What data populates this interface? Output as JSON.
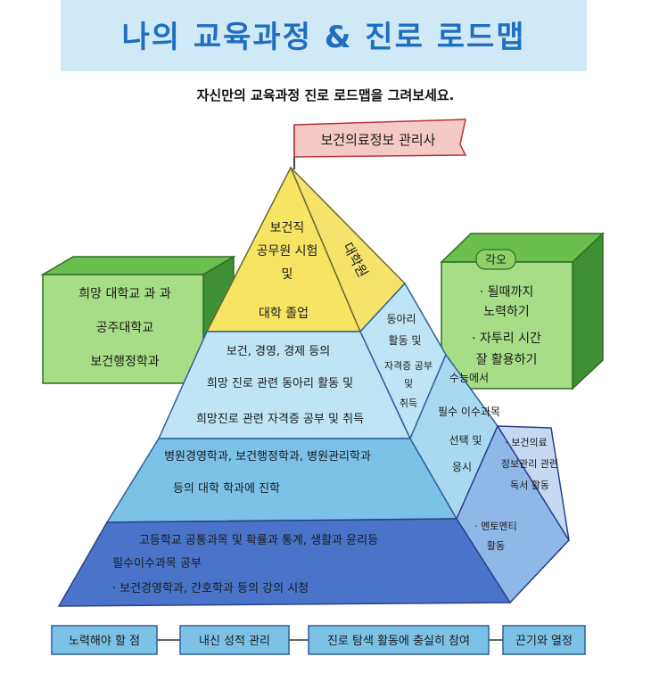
{
  "title": "나의 교육과정 & 진로 로드맵",
  "subtitle": "자신만의 교육과정 진로 로드맵을 그려보세요.",
  "flag": "보건의료정보 관리사",
  "left_box": {
    "lines": [
      "희망 대학교 과 과",
      "공주대학교",
      "보건행정학과"
    ]
  },
  "right_box": {
    "badge": "각오",
    "lines": [
      "· 될때까지",
      "노력하기",
      "· 자투리 시간",
      "잘 활용하기"
    ]
  },
  "pyramid": {
    "apex_front": [
      "보건직",
      "공무원 시험",
      "및",
      "대학 졸업"
    ],
    "apex_side": "대학원",
    "level2_front": [
      "보건, 경영, 경제 등의",
      "희망 진로 관련 동아리 활동 및",
      "희망진로 관련 자격증 공부 및 취득"
    ],
    "level2_side": [
      "동아리",
      "활동 및",
      "자격증 공부",
      "및",
      "취득"
    ],
    "level3_front": [
      "병원경영학과, 보건행정학과, 병원관리학과",
      "등의 대학 학과에 진학"
    ],
    "level3_side": [
      "수능에서",
      "필수 이수과목",
      "선택 및",
      "응시"
    ],
    "level4_front": [
      "고등학교 공통과목 및 확률과 통계, 생활과 윤리등",
      "필수이수과목 공부",
      "· 보건경영학과, 간호학과 등의 강의 시청"
    ],
    "level4_side_a": [
      "· 보건의료",
      "정보관리 관련",
      "독서 활동"
    ],
    "level4_side_b": [
      "· 멘토멘티",
      "활동"
    ]
  },
  "bottom_chain": [
    "노력해야 할 점",
    "내신 성적 관리",
    "진로 탐색 활동에 충실히 참여",
    "끈기와 열정"
  ]
}
